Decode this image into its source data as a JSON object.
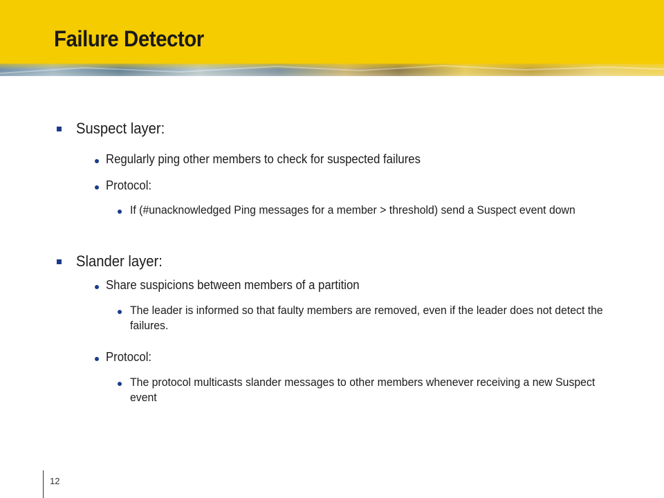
{
  "slide": {
    "title": "Failure Detector",
    "page_number": "12"
  },
  "bullets": {
    "suspect_layer": "Suspect layer:",
    "suspect_ping": "Regularly ping other members to check for suspected failures",
    "suspect_protocol": "Protocol:",
    "suspect_protocol_rule": "If (#unacknowledged Ping messages for a member > threshold) send a Suspect event down",
    "slander_layer": "Slander layer:",
    "slander_share": "Share suspicions between members of a partition",
    "slander_leader": "The leader is informed so that faulty members are removed, even if the leader does not detect the failures.",
    "slander_protocol": "Protocol:",
    "slander_protocol_rule": "The protocol multicasts slander messages to other members whenever receiving a new Suspect event"
  },
  "colors": {
    "header_yellow": "#f5cc00",
    "bullet_blue": "#1a3a8a"
  }
}
